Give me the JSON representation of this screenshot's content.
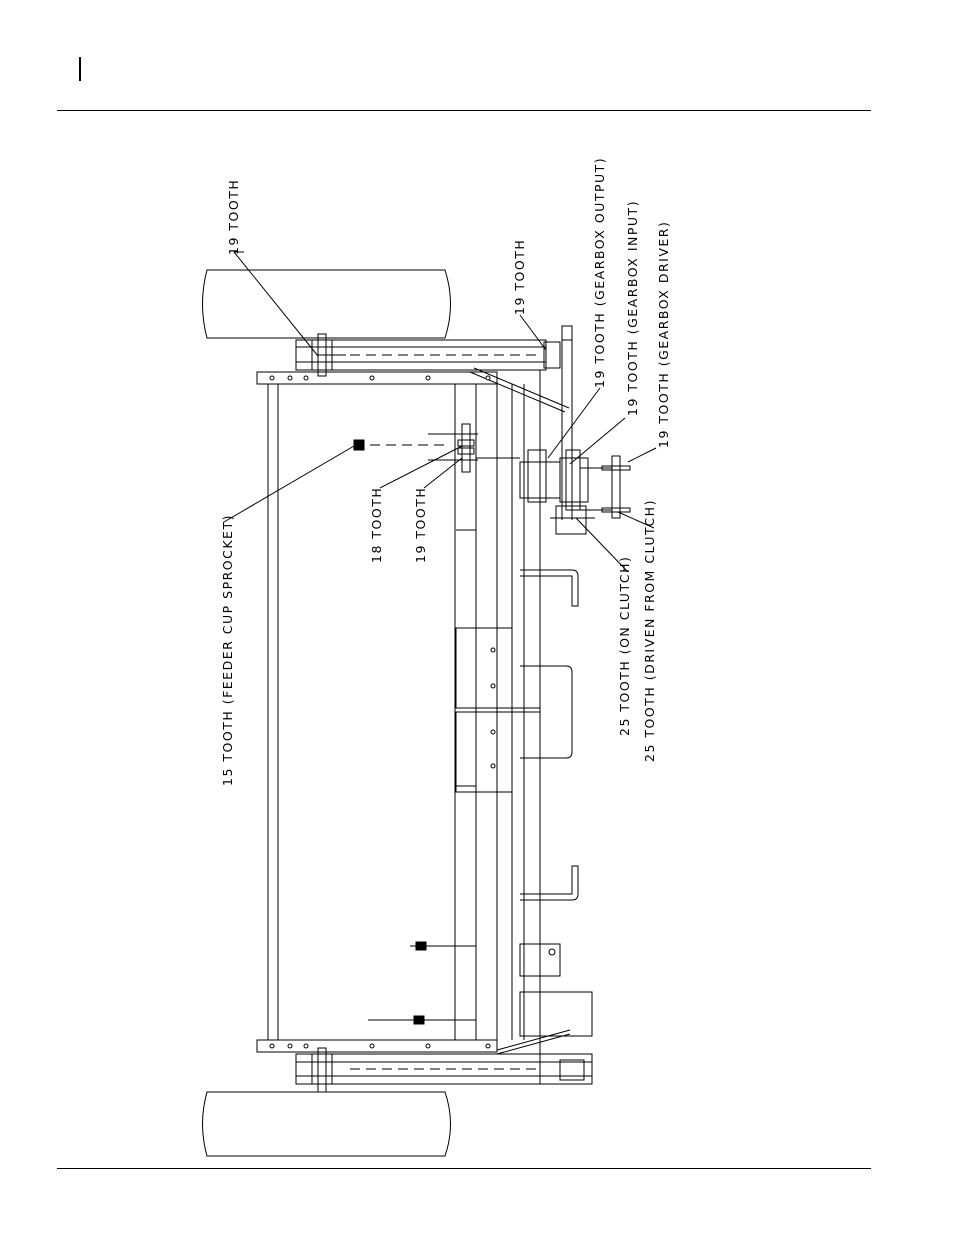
{
  "labels": {
    "sprocket_top_wheel": "19 TOOTH",
    "sprocket_upper_right": "19 TOOTH",
    "gearbox_output": "19 TOOTH (GEARBOX OUTPUT)",
    "gearbox_input": "19 TOOTH (GEARBOX INPUT)",
    "gearbox_driver": "19 TOOTH (GEARBOX DRIVER)",
    "sprocket_18": "18 TOOTH",
    "sprocket_19_mid": "19 TOOTH",
    "feeder_cup": "15 TOOTH (FEEDER CUP SPROCKET)",
    "on_clutch": "25 TOOTH (ON CLUTCH)",
    "driven_from_clutch": "25 TOOTH (DRIVEN FROM CLUTCH)"
  }
}
